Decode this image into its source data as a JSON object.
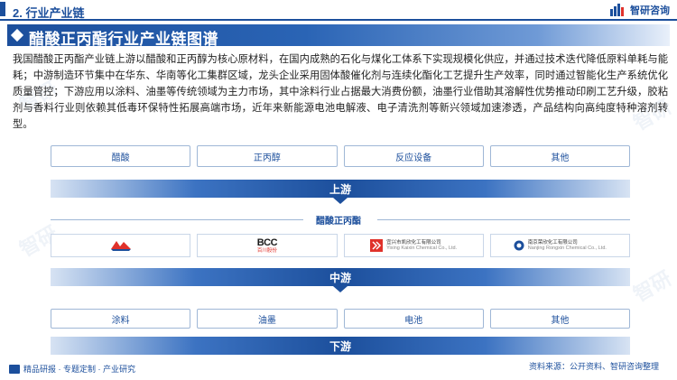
{
  "header": {
    "section_title": "2. 行业产业链",
    "brand_name": "智研咨询"
  },
  "banner": {
    "title": "醋酸正丙酯行业产业链图谱"
  },
  "description": "我国醋酸正丙酯产业链上游以醋酸和正丙醇为核心原材料，在国内成熟的石化与煤化工体系下实现规模化供应，并通过技术迭代降低原料单耗与能耗；中游制造环节集中在华东、华南等化工集群区域，龙头企业采用固体酸催化剂与连续化酯化工艺提升生产效率，同时通过智能化生产系统优化质量管控；下游应用以涂料、油墨等传统领域为主力市场，其中涂料行业占据最大消费份额，油墨行业借助其溶解性优势推动印刷工艺升级，胶粘剂与香料行业则依赖其低毒环保特性拓展高端市场，近年来新能源电池电解液、电子清洗剂等新兴领域加速渗透，产品结构向高纯度特种溶剂转型。",
  "upstream": {
    "items": [
      "醋酸",
      "正丙醇",
      "反应设备",
      "其他"
    ],
    "label": "上游"
  },
  "midstream": {
    "product": "醋酸正丙酯",
    "label": "中游",
    "companies": [
      {
        "name": "",
        "icon": "wave-logo-icon"
      },
      {
        "name": "BCC",
        "sub": "百川股份",
        "icon": "bcc-logo-icon"
      },
      {
        "name": "宜兴市凯欣化工有限公司",
        "sub": "Yixing Kaixin Chemical Co., Ltd.",
        "icon": "kaixin-logo-icon"
      },
      {
        "name": "南京荣欣化工有限公司",
        "sub": "Nanjing Rongxin Chemical Co., Ltd.",
        "icon": "rongxin-logo-icon"
      }
    ]
  },
  "downstream": {
    "items": [
      "涂料",
      "油墨",
      "电池",
      "其他"
    ],
    "label": "下游"
  },
  "footer": {
    "left": "精品研报 · 专题定制 · 产业研究",
    "source": "资料来源：公开资料、智研咨询整理"
  },
  "colors": {
    "primary": "#1c4f9c",
    "border": "#9fb7d6"
  }
}
